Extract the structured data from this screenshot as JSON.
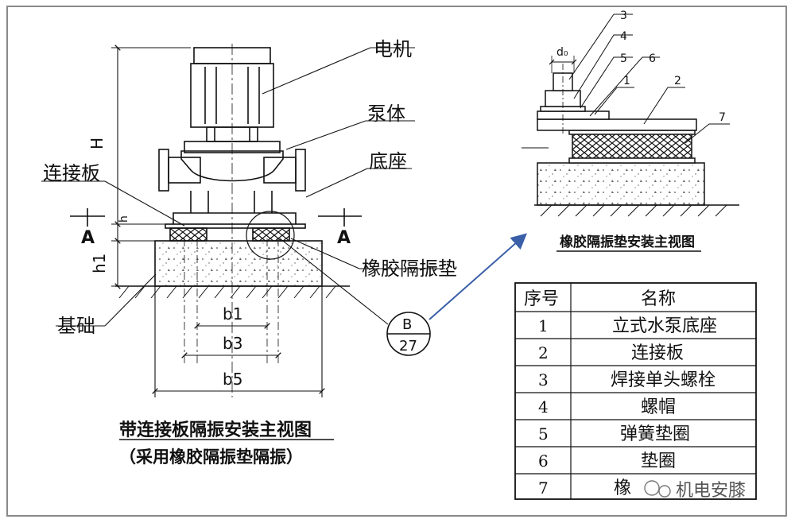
{
  "left_view": {
    "labels": {
      "motor": "电机",
      "pump_body": "泵体",
      "base": "底座",
      "connect_plate": "连接板",
      "rubber_pad": "橡胶隔振垫",
      "foundation": "基础"
    },
    "dims": {
      "H": "H",
      "h": "h",
      "h1": "h1",
      "b1": "b1",
      "b3": "b3",
      "b5": "b5",
      "section_left": "A",
      "section_right": "A"
    },
    "detail_ref": {
      "top": "B",
      "bottom": "27"
    },
    "title": "带连接板隔振安装主视图",
    "subtitle": "（采用橡胶隔振垫隔振）"
  },
  "right_view": {
    "callouts": [
      "3",
      "4",
      "5",
      "6",
      "1",
      "2",
      "7"
    ],
    "d0": "d₀",
    "title": "橡胶隔振垫安装主视图"
  },
  "parts_table": {
    "headers": [
      "序号",
      "名称"
    ],
    "rows": [
      {
        "no": "1",
        "name": "立式水泵底座"
      },
      {
        "no": "2",
        "name": "连接板"
      },
      {
        "no": "3",
        "name": "焊接单头螺栓"
      },
      {
        "no": "4",
        "name": "螺帽"
      },
      {
        "no": "5",
        "name": "弹簧垫圈"
      },
      {
        "no": "6",
        "name": "垫圈"
      },
      {
        "no": "7",
        "name": "橡"
      }
    ]
  },
  "watermark": "机电安膝",
  "colors": {
    "arrow": "#3a5fa8",
    "frame": "#8a8a8a"
  }
}
